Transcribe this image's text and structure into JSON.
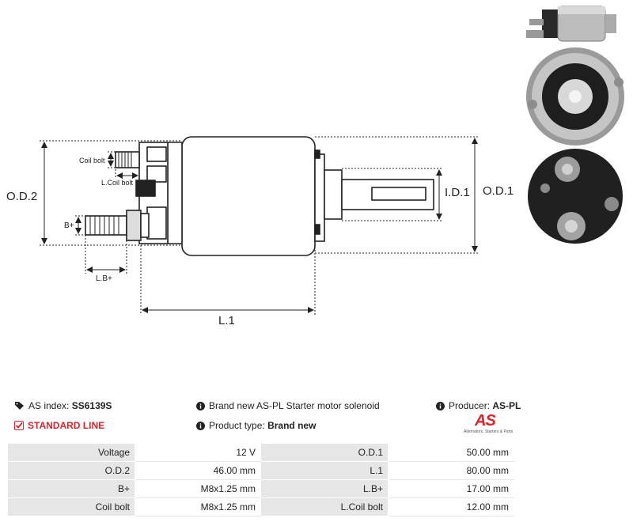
{
  "drawing": {
    "labels": {
      "od2": "O.D.2",
      "od1": "O.D.1",
      "id1": "I.D.1",
      "l1": "L.1",
      "lbplus": "L.B+",
      "bplus": "B+",
      "coil_bolt": "Coil bolt",
      "lcoil_bolt": "L.Coil bolt"
    }
  },
  "info": {
    "as_index_label": "AS index:",
    "as_index_value": "SS6139S",
    "standard_line": "STANDARD LINE",
    "description": "Brand new AS-PL Starter motor solenoid",
    "product_type_label": "Product type:",
    "product_type_value": "Brand new",
    "producer_label": "Producer:",
    "producer_value": "AS-PL",
    "logo_text": "AS",
    "logo_tagline": "Alternators, Starters & Parts",
    "accent_color": "#e2222a"
  },
  "specs": [
    {
      "k1": "Voltage",
      "v1": "12 V",
      "k2": "O.D.1",
      "v2": "50.00 mm"
    },
    {
      "k1": "O.D.2",
      "v1": "46.00 mm",
      "k2": "L.1",
      "v2": "80.00 mm"
    },
    {
      "k1": "B+",
      "v1": "M8x1.25 mm",
      "k2": "L.B+",
      "v2": "17.00 mm"
    },
    {
      "k1": "Coil bolt",
      "v1": "M8x1.25 mm",
      "k2": "L.Coil bolt",
      "v2": "12.00 mm"
    }
  ]
}
